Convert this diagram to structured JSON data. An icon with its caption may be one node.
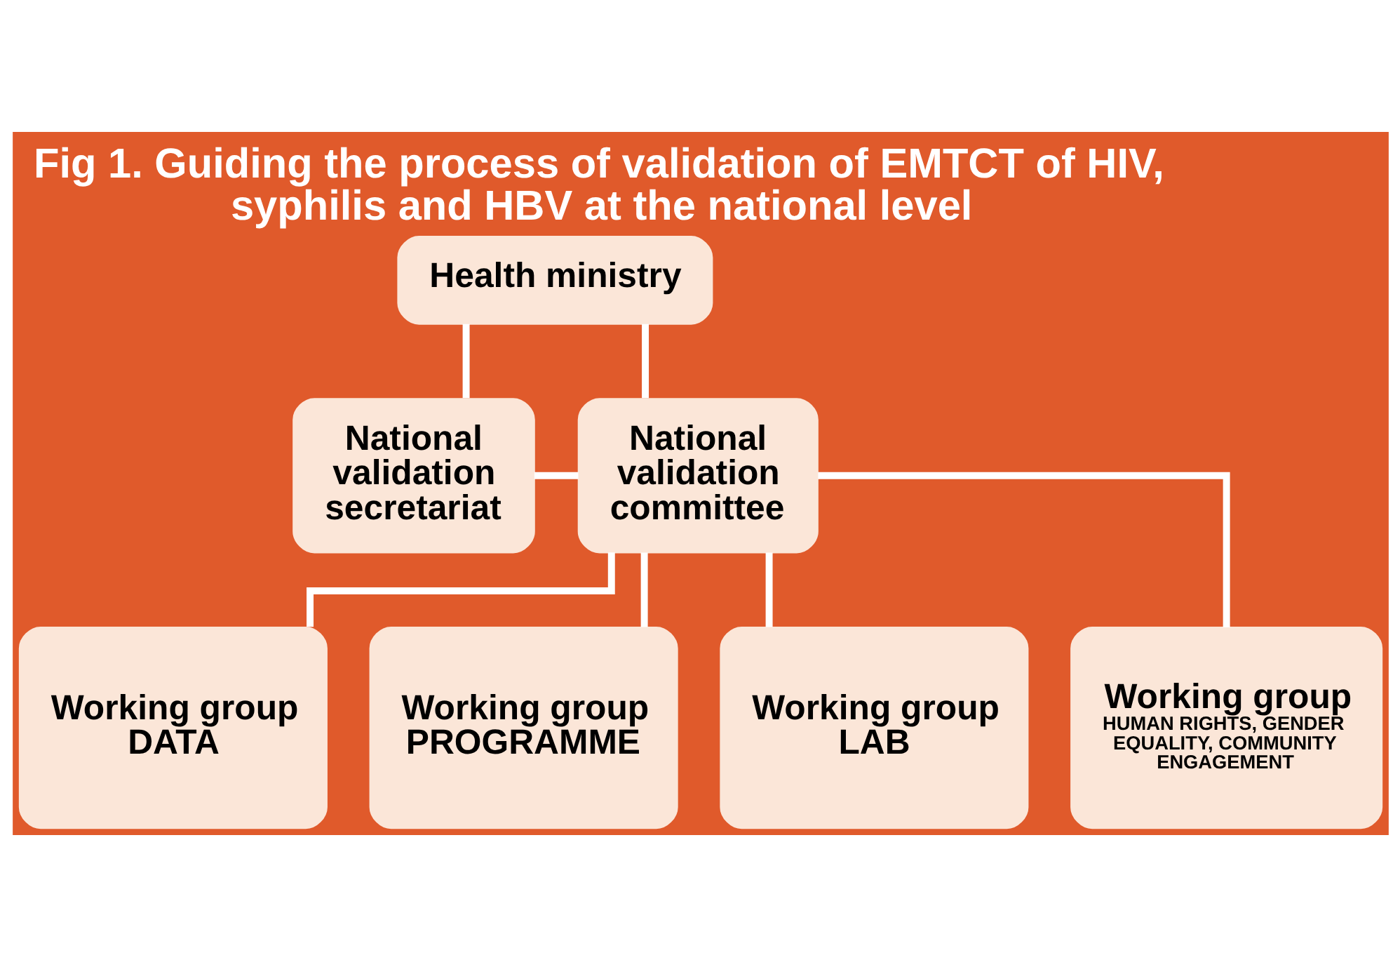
{
  "diagram": {
    "title": "Fig 1. Guiding the process of validation of EMTCT of HIV, syphilis and HBV at the national level",
    "nodes": [
      {
        "text": [
          "Health ministry"
        ]
      },
      {
        "text": [
          "National validation secretariat"
        ]
      },
      {
        "text": [
          "National validation committee"
        ]
      },
      {
        "text": [
          "Working group DATA"
        ]
      },
      {
        "text": [
          "Working group PROGRAMME"
        ]
      },
      {
        "text": [
          "Working group LAB"
        ]
      },
      {
        "text": [
          "Working group",
          "HUMAN RIGHTS, GENDER EQUALITY, COMMUNITY ENGAGEMENT"
        ]
      }
    ],
    "edges": [
      {
        "from": 0,
        "to": 2,
        "arrow": "none"
      },
      {
        "from": 0,
        "to": 1,
        "arrow": "none"
      },
      {
        "from": 1,
        "to": 2,
        "arrow": "none"
      },
      {
        "from": 2,
        "to": 3,
        "arrow": "none"
      },
      {
        "from": 2,
        "to": 4,
        "arrow": "none"
      },
      {
        "from": 2,
        "to": 5,
        "arrow": "none"
      },
      {
        "from": 2,
        "to": 6,
        "arrow": "none"
      }
    ]
  }
}
